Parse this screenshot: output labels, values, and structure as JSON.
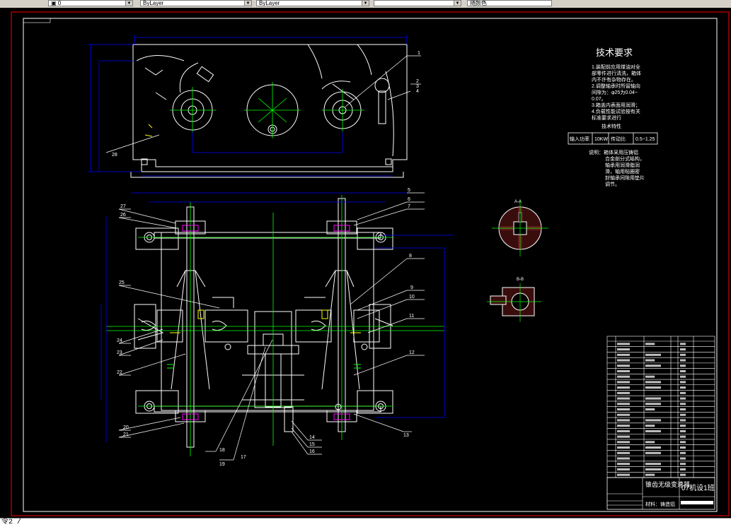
{
  "toolbar": {
    "layer_combo": "0",
    "color_combo": "ByLayer",
    "linetype_combo": "ByLayer",
    "lineweight_combo": "",
    "plotstyle_combo": "随颜色"
  },
  "drawing": {
    "tech_title": "技术要求",
    "tech_items": [
      "1.装配前应用煤油对全",
      "部零件进行清洗，箱体",
      "内不许有杂物存在。",
      "2.调整轴承时所留轴向",
      "间隙为：φ25为0.04~",
      "0.07。",
      "3.箱盖内表面用润滑；",
      "4.负载性能试验按有关",
      "标准要求进行",
      "技术特性"
    ],
    "spec_table": [
      "输入功率",
      "10KW",
      "传动比",
      "0.5~1.25"
    ],
    "notes": [
      "说明：箱体采用压铸铝",
      "合金剖分式结构，",
      "轴承用润滑脂润",
      "滑，轴用毡圈密",
      "封轴承间隙用垫片",
      "调节。"
    ],
    "part_labels_right": [
      "1",
      "2",
      "3",
      "4",
      "5",
      "6",
      "7",
      "8",
      "9",
      "10",
      "11",
      "12",
      "13",
      "14",
      "15",
      "16",
      "17",
      "18",
      "19"
    ],
    "part_labels_left": [
      "20",
      "21",
      "22",
      "23",
      "24",
      "25",
      "26",
      "27",
      "28"
    ],
    "title_block": {
      "name": "锥齿无级变速器",
      "class": "07机设1班",
      "material": "材料：铸造铝"
    },
    "inset_labels": [
      "A-A",
      "B-B"
    ]
  },
  "command_line": {
    "prompt": "令2 /"
  },
  "colors": {
    "background": "#000000",
    "frame_red": "#ff0000",
    "line_white": "#ffffff",
    "center_green": "#00ff00",
    "dim_blue": "#0000ff",
    "accent_magenta": "#ff00ff",
    "accent_yellow": "#ffff00"
  }
}
